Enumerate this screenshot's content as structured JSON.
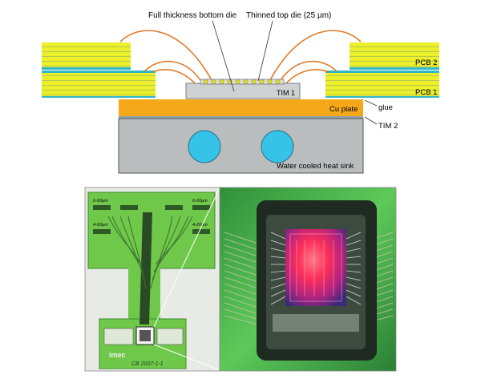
{
  "labels": {
    "bottom_die": "Full thickness bottom die",
    "top_die": "Thinned top die (25 µm)",
    "pcb2": "PCB 2",
    "pcb1": "PCB 1",
    "tim1": "TIM 1",
    "cu_plate": "Cu plate",
    "glue": "glue",
    "tim2": "TIM 2",
    "heat_sink": "Water cooled heat sink"
  },
  "photo_board": {
    "logo_text": "imec",
    "board_marking": "CB 2007-1-1",
    "handwriting": [
      "6-50µm",
      "6-60µm",
      "4-50µm",
      "4-20µm"
    ]
  },
  "colors": {
    "pcb_yellow": "#ecf02a",
    "pcb_stripe": "#2fb8c9",
    "wire": "#e07a28",
    "cu_plate": "#f4a81a",
    "heat_sink": "#b9bdbe",
    "water_channel": "#35c3e8",
    "tim": "#cfd1d2",
    "board_green": "#5fbf3c"
  }
}
